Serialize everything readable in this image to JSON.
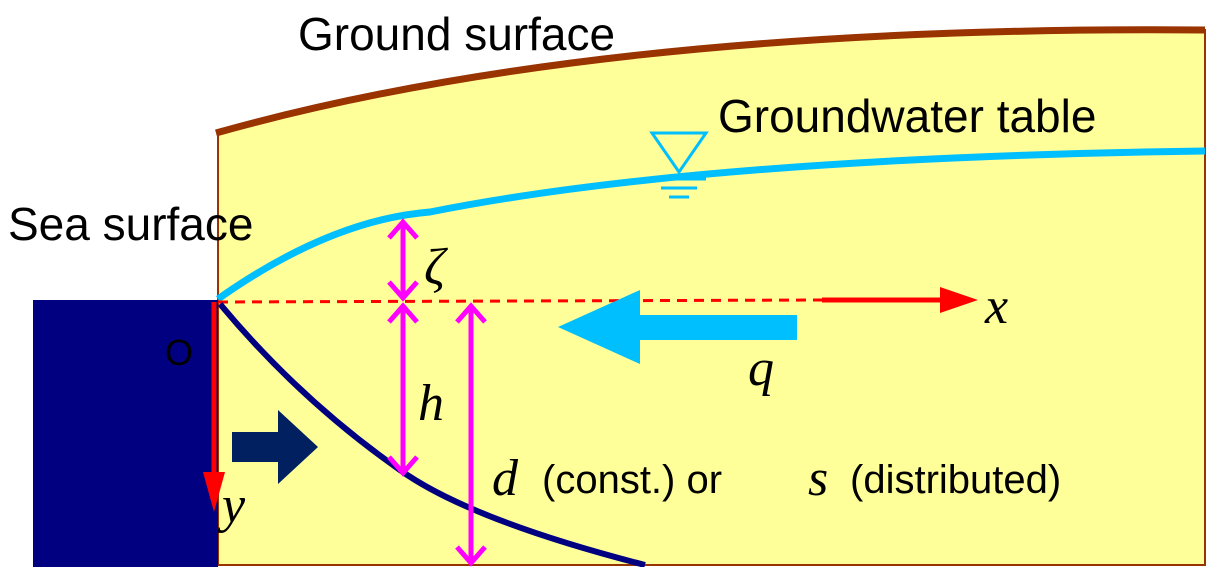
{
  "labels": {
    "ground_surface": "Ground surface",
    "groundwater_table": "Groundwater table",
    "sea_surface": "Sea surface",
    "origin": "O"
  },
  "symbols": {
    "x": "x",
    "y": "y",
    "zeta": "ζ",
    "h": "h",
    "q": "q",
    "d": "d",
    "s": "s"
  },
  "annotations": {
    "const": "(const.) or",
    "distributed": "(distributed)"
  },
  "colors": {
    "aquifer_fill": "#ffff99",
    "ground_line": "#993300",
    "groundwater_line": "#00bfff",
    "sea": "#000080",
    "axis": "#ff0000",
    "dimension": "#ff00ff",
    "flow_arrow": "#00bfff",
    "intrusion_arrow": "#002060",
    "interface": "#000080"
  }
}
